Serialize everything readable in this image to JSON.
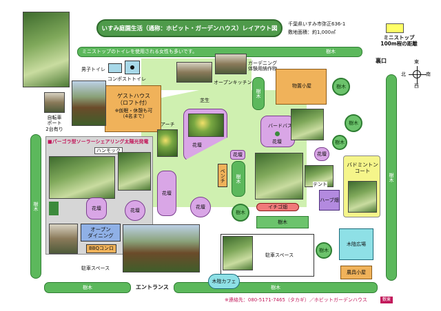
{
  "header": {
    "title": "いすみ庭園生活（通称：ホビット・ガーデンハウス）レイアウト図",
    "address": "千葉県いすみ市弥正636-1",
    "area": "敷地面積：約1,000㎡"
  },
  "legend": {
    "label": "ミニストップ\n100m程の距離",
    "color": "#ffff66"
  },
  "compass": {
    "north": "北",
    "south": "南",
    "east": "東",
    "west": "西"
  },
  "notices": {
    "top_hedge": "ミニストップのトイレを使用される女性も多いです。",
    "contact": "※連絡先：080-5171-7465（タカギ）／ホビットガーデンハウス",
    "contact_badge": "敷東"
  },
  "labels": {
    "urakuchi": "裏口",
    "entrance": "エントランス",
    "tree": "樹木",
    "shiba": "芝生",
    "arch": "アーチ",
    "mens_toilet": "男子トイレ",
    "compost_toilet": "コンポストトイレ",
    "gardening_hut": "ガーデニング\n体験用納作物",
    "open_kitchen": "オープンキッチン",
    "bicycle_port": "自転車\nポート\n2台有り",
    "guesthouse_title": "ゲストハウス\n（ロフト付）",
    "guesthouse_note": "※仮眠・休憩も可\n（4名まで）",
    "solar": "■パーゴラ型ソーラーシェアリング太陽光発電",
    "hammock": "ハンモック",
    "open_dining": "オープン\nダイニング",
    "bbq": "BBQコンロ",
    "parking": "駐車スペース",
    "parking_right": "駐車スペース",
    "monooki": "物置小屋",
    "birdbath": "バードバス",
    "bench": "ベンチ",
    "ichigo": "イチゴ畑",
    "tent": "テント",
    "herb": "ハーブ畑",
    "badminton": "バドミントン\nコート",
    "wood_deck": "木陰広場",
    "farm_shed": "農具小屋",
    "cafe": "木陰カフェ",
    "kadan": "花壇",
    "tree_vertical": "樹木"
  }
}
